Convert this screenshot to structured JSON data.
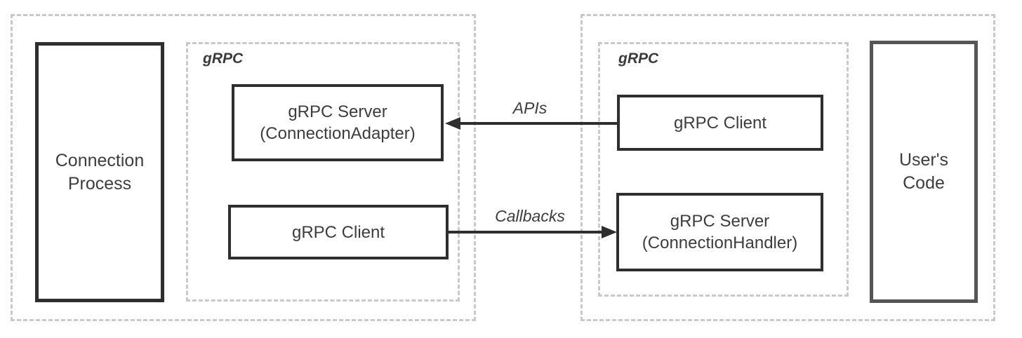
{
  "colors": {
    "background": "#ffffff",
    "dashed_boundary": "#c9c9c9",
    "solid_border": "#2e2e2e",
    "user_code_border": "#555555",
    "text": "#3d3d3d",
    "arrow": "#2e2e2e"
  },
  "left_group": {
    "process_box": {
      "label": "Connection\nProcess"
    },
    "grpc_boundary": {
      "title": "gRPC",
      "server_box": {
        "label": "gRPC Server\n(ConnectionAdapter)"
      },
      "client_box": {
        "label": "gRPC Client"
      }
    }
  },
  "arrows": {
    "apis": {
      "label": "APIs",
      "direction": "right-to-left"
    },
    "callbacks": {
      "label": "Callbacks",
      "direction": "left-to-right"
    }
  },
  "right_group": {
    "grpc_boundary": {
      "title": "gRPC",
      "client_box": {
        "label": "gRPC Client"
      },
      "server_box": {
        "label": "gRPC Server\n(ConnectionHandler)"
      }
    },
    "user_code_box": {
      "label": "User's\nCode"
    }
  }
}
